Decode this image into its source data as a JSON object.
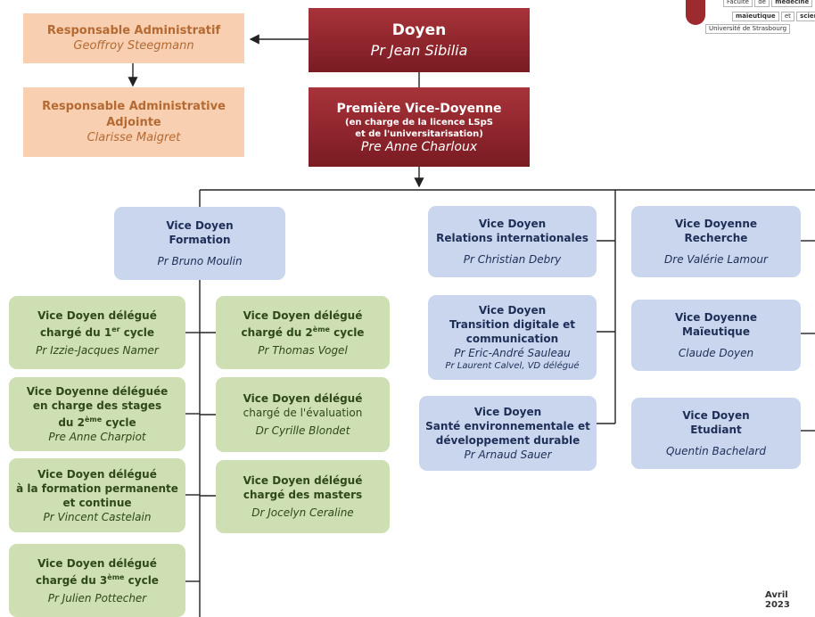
{
  "logo": {
    "line1_a": "Faculté",
    "line1_b": "de",
    "line1_c": "médecine",
    "line2_a": "maïeutique",
    "line2_b": "et",
    "line2_c": "science",
    "line3": "Université de Strasbourg"
  },
  "doyen": {
    "title": "Doyen",
    "name": "Pr Jean Sibilia"
  },
  "resp_admin": {
    "title": "Responsable Administratif",
    "name": "Geoffroy Steegmann"
  },
  "resp_adj": {
    "title_1": "Responsable Administrative",
    "title_2": "Adjointe",
    "name": "Clarisse Maigret"
  },
  "vice_doyenne_1": {
    "title": "Première Vice-Doyenne",
    "sub_1": "(en charge de la licence LSpS",
    "sub_2": "et de l'universitarisation)",
    "name": "Pre Anne Charloux"
  },
  "formation": {
    "title_1": "Vice Doyen",
    "title_2": "Formation",
    "name": "Pr Bruno Moulin"
  },
  "cycle1": {
    "title_1": "Vice Doyen délégué",
    "title_2a": "chargé du 1",
    "title_2sup": "er",
    "title_2b": " cycle",
    "name": "Pr Izzie-Jacques Namer"
  },
  "cycle2": {
    "title_1": "Vice Doyen délégué",
    "title_2a": "chargé du 2",
    "title_2sup": "ème",
    "title_2b": " cycle",
    "name": "Pr Thomas Vogel"
  },
  "stages": {
    "title_1": "Vice Doyenne déléguée",
    "title_2": "en charge des stages",
    "title_3a": "du 2",
    "title_3sup": "ème",
    "title_3b": " cycle",
    "name": "Pre Anne Charpiot"
  },
  "evaluation": {
    "title_1": "Vice Doyen délégué",
    "title_2": "chargé de l'évaluation",
    "name": "Dr Cyrille Blondet"
  },
  "permanente": {
    "title_1": "Vice Doyen délégué",
    "title_2": "à la formation permanente",
    "title_3": "et continue",
    "name": "Pr Vincent Castelain"
  },
  "masters": {
    "title_1": "Vice Doyen délégué",
    "title_2": "chargé des masters",
    "name": "Dr Jocelyn Ceraline"
  },
  "cycle3": {
    "title_1": "Vice Doyen délégué",
    "title_2a": "chargé du 3",
    "title_2sup": "ème",
    "title_2b": " cycle",
    "name": "Pr Julien Pottecher"
  },
  "ri": {
    "title_1": "Vice Doyen",
    "title_2": "Relations internationales",
    "name": "Pr Christian Debry"
  },
  "digital": {
    "title_1": "Vice Doyen",
    "title_2": "Transition digitale et",
    "title_3": "communication",
    "name_1": "Pr Eric-André Sauleau",
    "name_2": "Pr Laurent Calvel, VD délégué"
  },
  "sante": {
    "title_1": "Vice Doyen",
    "title_2": "Santé environnementale et",
    "title_3": "développement durable",
    "name": "Pr Arnaud Sauer"
  },
  "recherche": {
    "title_1": "Vice Doyenne",
    "title_2": "Recherche",
    "name": "Dre Valérie Lamour"
  },
  "maieutique": {
    "title_1": "Vice Doyenne",
    "title_2": "Maïeutique",
    "name": "Claude Doyen"
  },
  "etudiant": {
    "title_1": "Vice Doyen",
    "title_2": "Etudiant",
    "name": "Quentin Bachelard"
  },
  "date": "Avril 2023",
  "colors": {
    "dean_red": "#8c242b",
    "admin_peach": "#f8cfb0",
    "vice_blue": "#c9d6ee",
    "delegate_green": "#cddfb3"
  }
}
